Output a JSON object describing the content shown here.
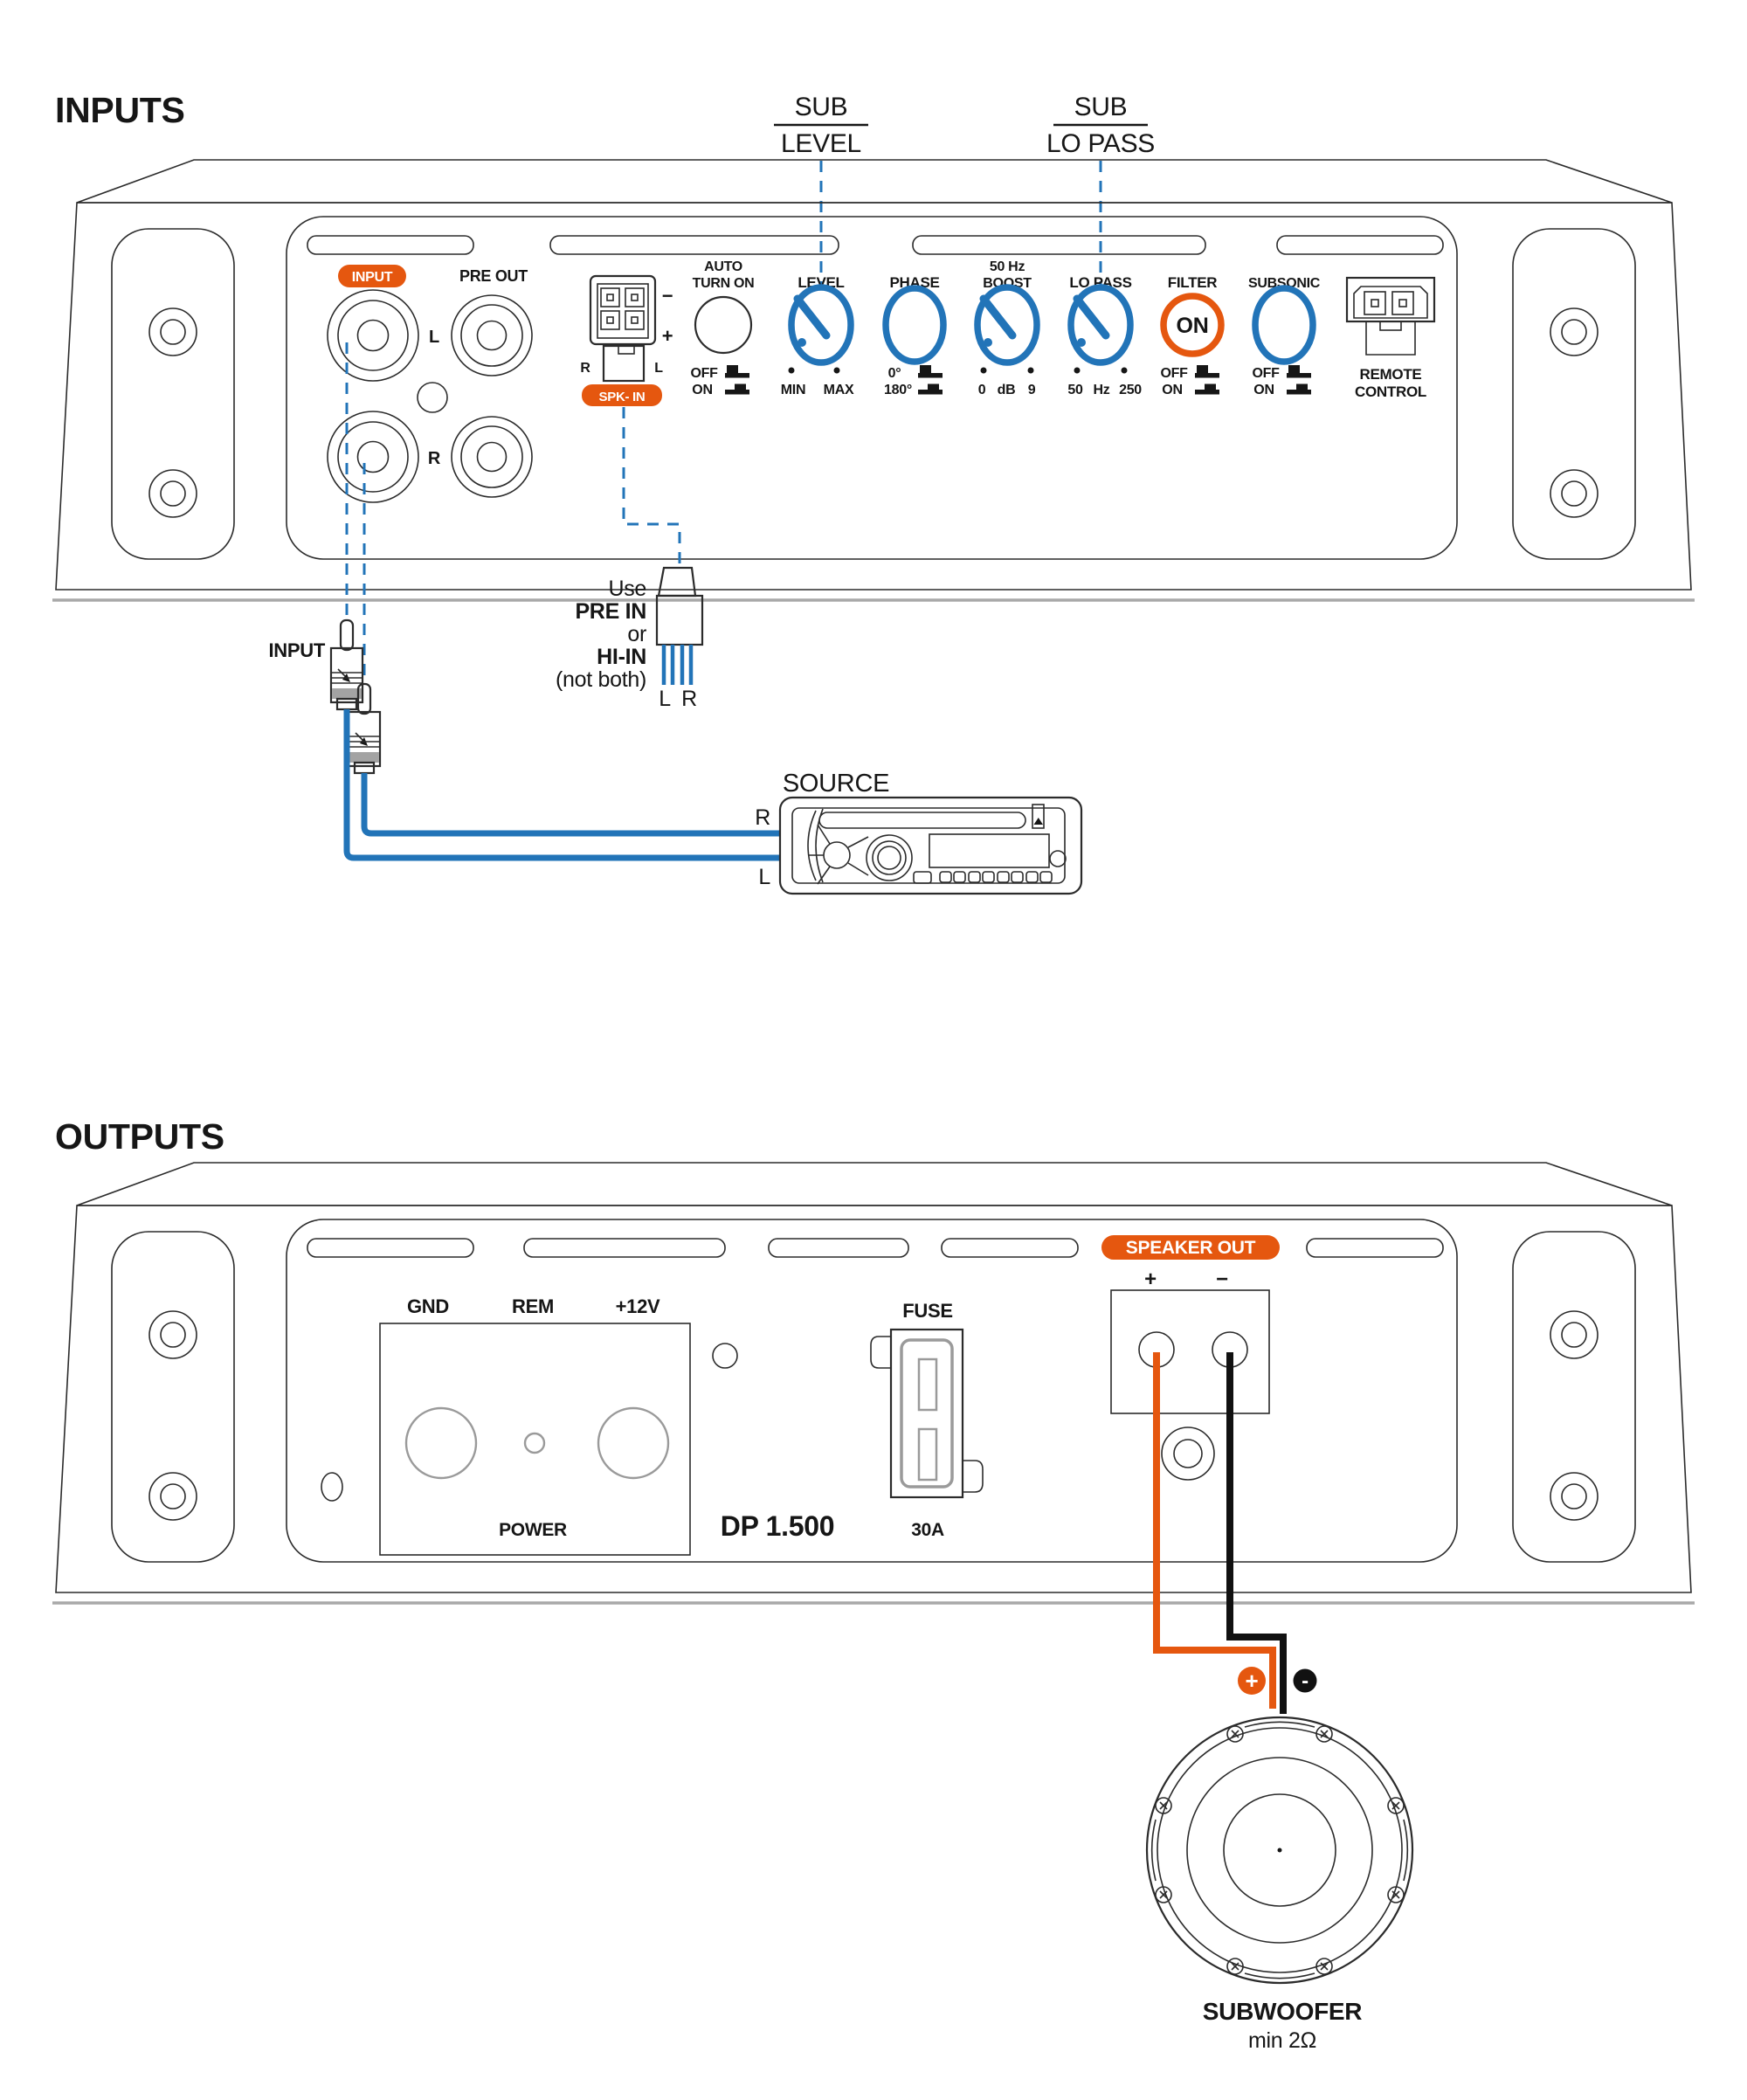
{
  "colors": {
    "accent_blue": "#2274b8",
    "accent_orange": "#e5570f",
    "line_dark": "#2b2b2b",
    "line_gray": "#9a9a9a",
    "text": "#161616"
  },
  "inputs": {
    "title": "INPUTS",
    "callouts": {
      "level": {
        "top": "SUB",
        "bottom": "LEVEL"
      },
      "lopass": {
        "top": "SUB",
        "bottom": "LO PASS"
      }
    },
    "panel": {
      "input_badge": "INPUT",
      "pre_out": "PRE OUT",
      "jack_l": "L",
      "jack_r": "R",
      "spk_in": {
        "badge": "SPK- IN",
        "r": "R",
        "l": "L",
        "minus": "−",
        "plus": "+"
      },
      "auto_turn_on": {
        "line1": "AUTO",
        "line2": "TURN ON",
        "off": "OFF",
        "on": "ON"
      },
      "level": {
        "label": "LEVEL",
        "min": "MIN",
        "max": "MAX"
      },
      "phase": {
        "label": "PHASE",
        "v0": "0°",
        "v180": "180°"
      },
      "boost": {
        "line1": "50 Hz",
        "line2": "BOOST",
        "v0": "0",
        "unit": "dB",
        "v9": "9"
      },
      "lo_pass": {
        "label": "LO PASS",
        "v50": "50",
        "unit": "Hz",
        "v250": "250"
      },
      "filter": {
        "label": "FILTER",
        "state": "ON",
        "off": "OFF",
        "on": "ON"
      },
      "subsonic": {
        "label": "SUBSONIC",
        "off": "OFF",
        "on": "ON"
      },
      "remote": {
        "line1": "REMOTE",
        "line2": "CONTROL"
      }
    },
    "cable_label": "INPUT",
    "note": {
      "l1": "Use",
      "l2": "PRE IN",
      "l3": "or",
      "l4": "HI-IN",
      "l5": "(not both)",
      "wire_l": "L",
      "wire_r": "R"
    },
    "source": {
      "label": "SOURCE",
      "r": "R",
      "l": "L"
    }
  },
  "outputs": {
    "title": "OUTPUTS",
    "power": {
      "gnd": "GND",
      "rem": "REM",
      "v12": "+12V",
      "label": "POWER"
    },
    "model": "DP 1.500",
    "fuse": {
      "label": "FUSE",
      "rating": "30A"
    },
    "speaker_out": {
      "badge": "SPEAKER OUT",
      "plus": "+",
      "minus": "−"
    },
    "wire_badges": {
      "plus": "+",
      "minus": "-"
    },
    "subwoofer": {
      "label": "SUBWOOFER",
      "impedance": "min 2Ω"
    }
  }
}
